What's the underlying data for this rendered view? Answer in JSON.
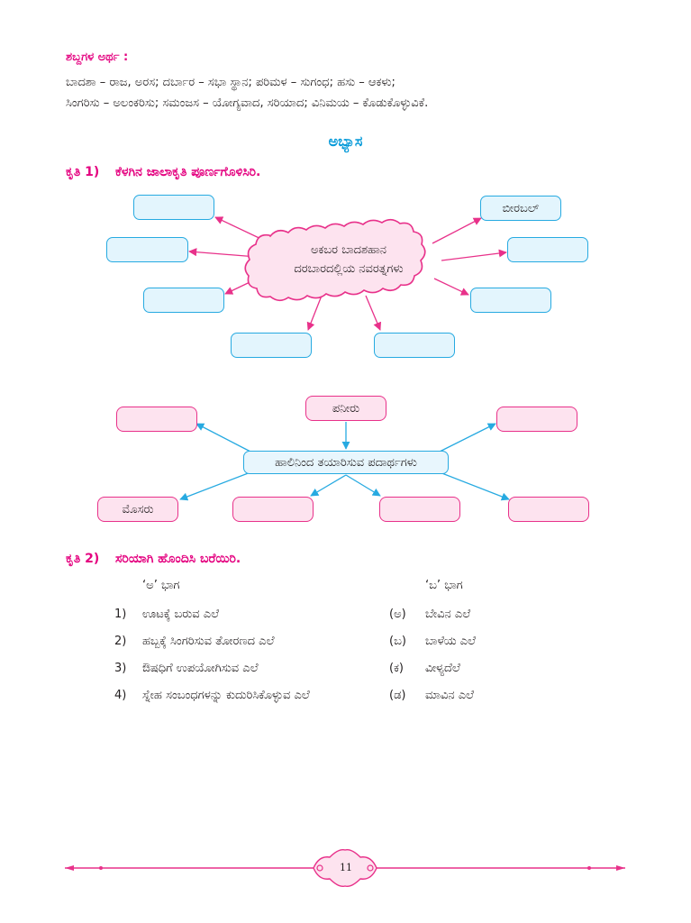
{
  "glossary": {
    "title": "ಶಬ್ದಗಳ ಅರ್ಥ :",
    "line1": "ಬಾದಶಾ – ರಾಜ, ಅರಸ; ದರ್ಬಾರ – ಸಭಾ ಸ್ಥಾನ; ಪರಿಮಳ – ಸುಗಂಧ; ಹಸು – ಆಕಳು;",
    "line2": "ಸಿಂಗರಿಸು – ಅಲಂಕರಿಸು; ಸಮಂಜಸ – ಯೋಗ್ಯವಾದ, ಸರಿಯಾದ; ವಿನಿಮಯ – ಕೊಡುಕೊಳ್ಳುವಿಕೆ."
  },
  "section_title": "ಅಭ್ಯಾಸ",
  "task1": {
    "label": "ಕೃತಿ 1)",
    "instruction": "ಕೆಳಗಿನ ಜಾಲಾಕೃತಿ ಪೂರ್ಣಗೊಳಿಸಿರಿ."
  },
  "web1": {
    "center_line1": "ಅಕಬರ ಬಾದಶಹಾನ",
    "center_line2": "ದರಬಾರದಲ್ಲಿಯ ನವರತ್ನಗಳು",
    "filled": "ಬೀರಬಲ್"
  },
  "web2": {
    "center": "ಹಾಲಿನಿಂದ ತಯಾರಿಸುವ ಪದಾರ್ಥಗಳು",
    "top": "ಪನೀರು",
    "bottom_left": "ಮೊಸರು"
  },
  "task2": {
    "label": "ಕೃತಿ 2)",
    "instruction": "ಸರಿಯಾಗಿ ಹೊಂದಿಸಿ ಬರೆಯಿರಿ.",
    "col_a": "‘ಅ’ ಭಾಗ",
    "col_b": "‘ಬ’ ಭಾಗ",
    "rows": [
      {
        "num": "1)",
        "a": "ಊಟಕ್ಕೆ ಬರುವ ಎಲೆ",
        "key": "(ಅ)",
        "b": "ಬೇವಿನ ಎಲೆ"
      },
      {
        "num": "2)",
        "a": "ಹಬ್ಬಕ್ಕೆ ಸಿಂಗರಿಸುವ ತೋರಣದ ಎಲೆ",
        "key": "(ಬ)",
        "b": "ಬಾಳೆಯ ಎಲೆ"
      },
      {
        "num": "3)",
        "a": "ಔಷಧಿಗೆ ಉಪಯೋಗಿಸುವ ಎಲೆ",
        "key": "(ಕ)",
        "b": "ವೀಳ್ಯದೆಲೆ"
      },
      {
        "num": "4)",
        "a": "ಸ್ನೇಹ ಸಂಬಂಧಗಳನ್ನು ಕುದುರಿಸಿಕೊಳ್ಳುವ ಎಲೆ",
        "key": "(ಡ)",
        "b": "ಮಾವಿನ ಎಲೆ"
      }
    ]
  },
  "footer": {
    "page_number": "11"
  },
  "colors": {
    "pink": "#e4007f",
    "blue": "#0098d8",
    "box_blue_fill": "#e3f5fd",
    "box_pink_fill": "#fde3ef"
  }
}
